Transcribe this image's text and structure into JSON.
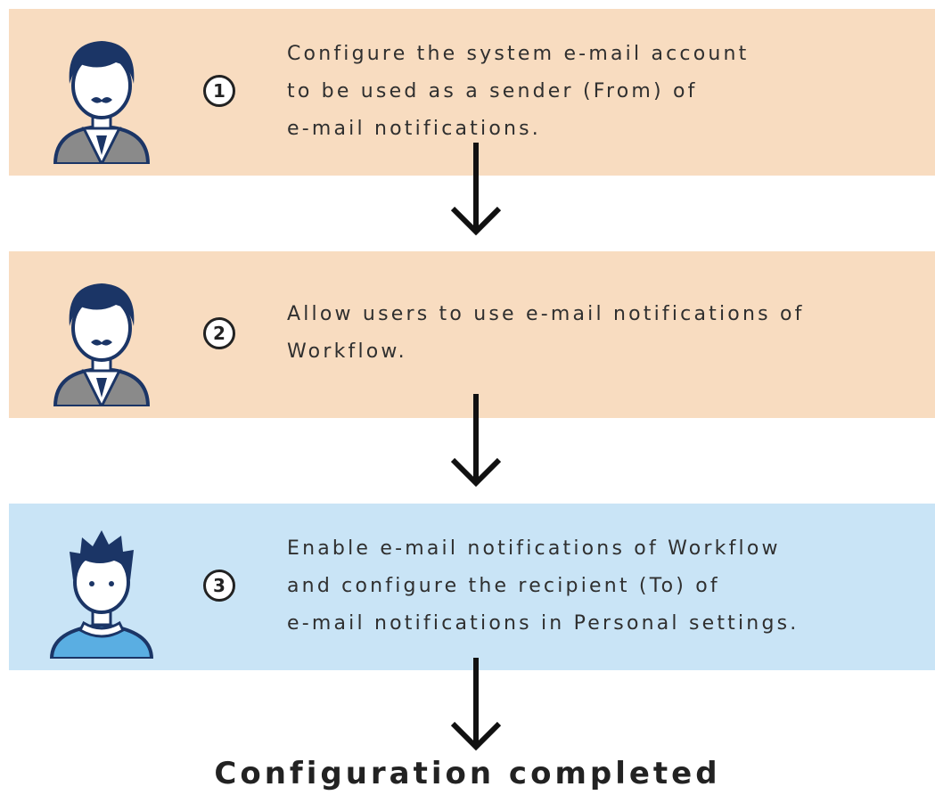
{
  "steps": [
    {
      "number": "1",
      "role": "admin",
      "lines": [
        "Configure the system e-mail account",
        "to be used as a sender (From) of",
        "e-mail notifications."
      ]
    },
    {
      "number": "2",
      "role": "admin",
      "lines": [
        "Allow users to use e-mail notifications of",
        "Workflow."
      ]
    },
    {
      "number": "3",
      "role": "user",
      "lines": [
        "Enable e-mail notifications of Workflow",
        "and configure the recipient (To) of",
        "e-mail notifications in Personal settings."
      ]
    }
  ],
  "final_label": "Configuration completed",
  "colors": {
    "admin_panel": "#f8dcc0",
    "user_panel": "#c9e4f6",
    "avatar_outline": "#1b3566",
    "admin_suit": "#8a8a8a",
    "user_shirt": "#5aaee2"
  },
  "icons": [
    "admin-avatar-icon",
    "user-avatar-icon",
    "down-arrow-icon"
  ]
}
